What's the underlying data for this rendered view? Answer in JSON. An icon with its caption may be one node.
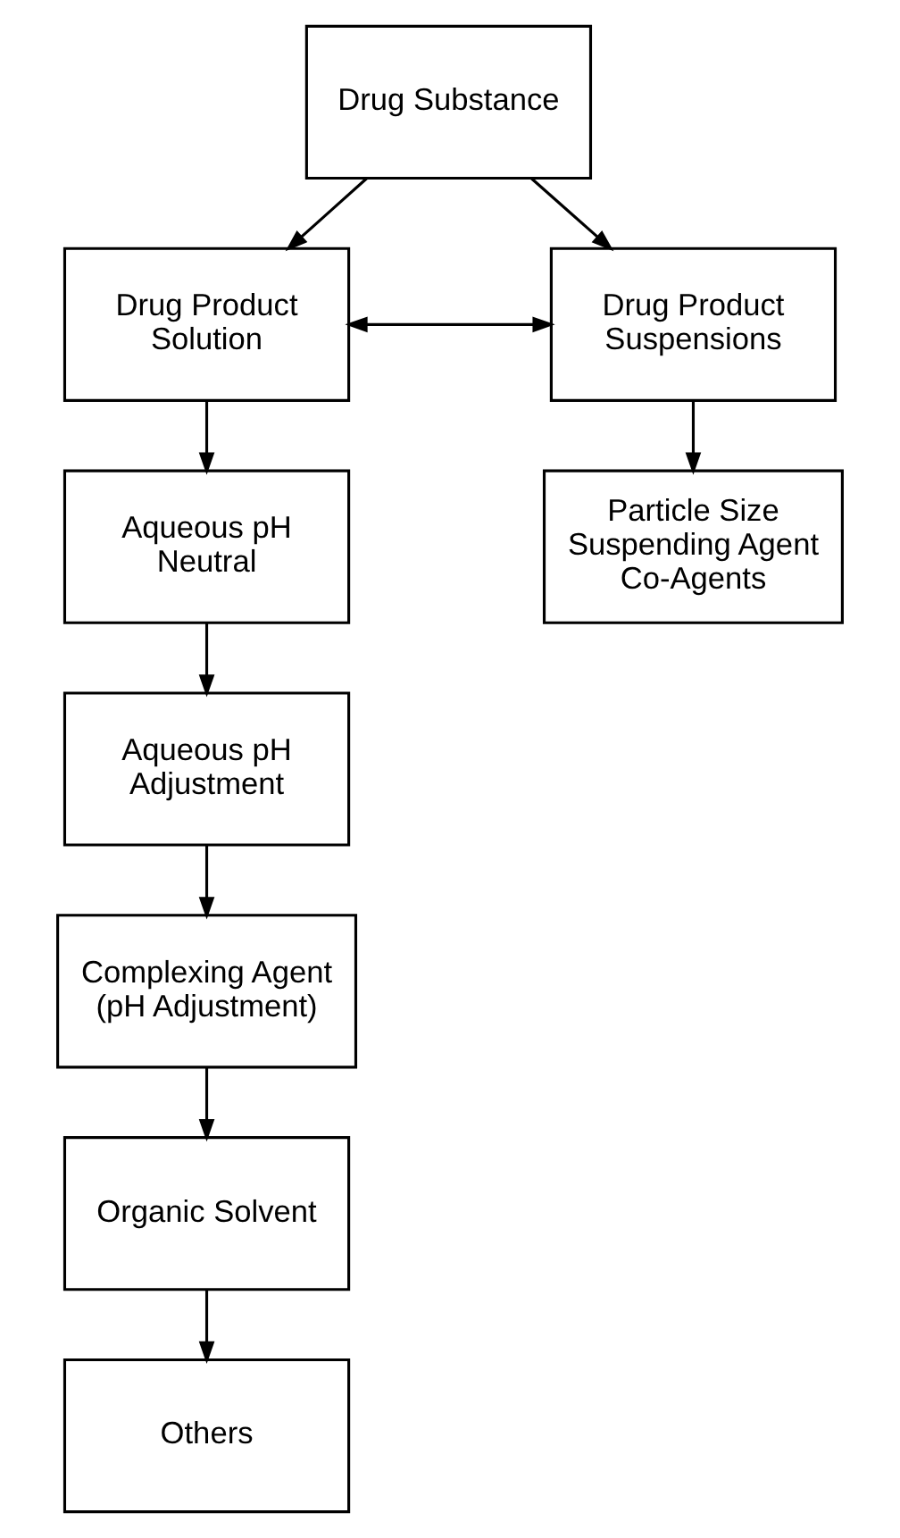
{
  "diagram": {
    "nodes": [
      {
        "text": [
          "Drug Substance"
        ]
      },
      {
        "text": [
          "Drug Product Solution"
        ]
      },
      {
        "text": [
          "Drug Product Suspensions"
        ]
      },
      {
        "text": [
          "Particle Size Suspending Agent Co-Agents"
        ]
      },
      {
        "text": [
          "Aqueous pH Neutral"
        ]
      },
      {
        "text": [
          "Aqueous pH Adjustment"
        ]
      },
      {
        "text": [
          "Complexing Agent (pH Adjustment)"
        ]
      },
      {
        "text": [
          "Organic Solvent"
        ]
      },
      {
        "text": [
          "Others"
        ]
      }
    ],
    "edges": [
      {
        "from": 0,
        "to": 1,
        "arrow": "to"
      },
      {
        "from": 0,
        "to": 2,
        "arrow": "to"
      },
      {
        "from": 1,
        "to": 2,
        "arrow": "both"
      },
      {
        "from": 2,
        "to": 3,
        "arrow": "to"
      },
      {
        "from": 1,
        "to": 4,
        "arrow": "to"
      },
      {
        "from": 4,
        "to": 5,
        "arrow": "to"
      },
      {
        "from": 5,
        "to": 6,
        "arrow": "to"
      },
      {
        "from": 6,
        "to": 7,
        "arrow": "to"
      },
      {
        "from": 7,
        "to": 8,
        "arrow": "to"
      }
    ]
  }
}
